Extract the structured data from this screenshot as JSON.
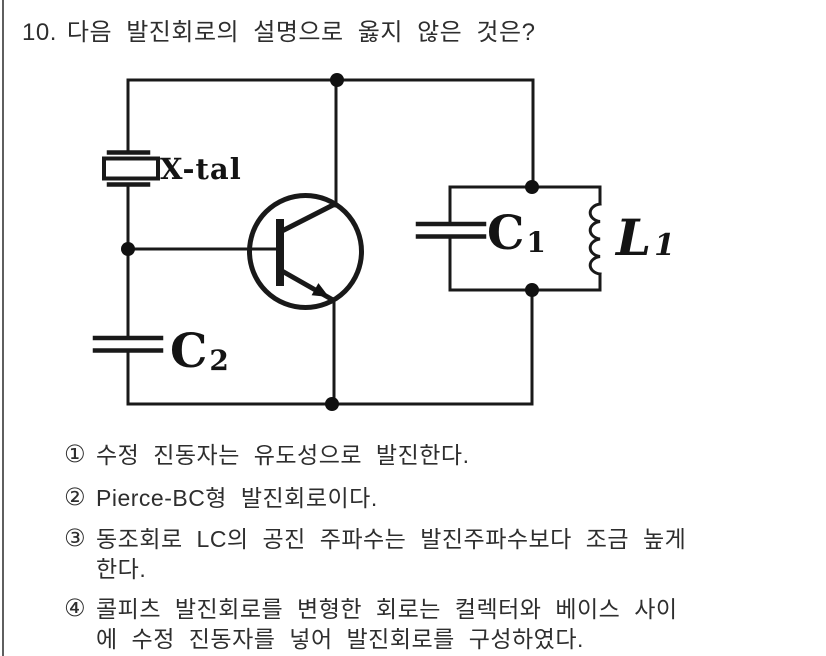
{
  "page": {
    "background": "#ffffff",
    "border_color": "#5f5f5f",
    "ink_color": "#191919",
    "text_color": "#2e2e2e"
  },
  "question": {
    "number": "10.",
    "text": "다음 발진회로의 설명으로 옳지 않은 것은?"
  },
  "circuit": {
    "labels": {
      "crystal": "X-tal",
      "c1": {
        "main": "C",
        "sub": "1"
      },
      "c2": {
        "main": "C",
        "sub": "2"
      },
      "l1": {
        "main": "L",
        "sub": "1"
      }
    }
  },
  "options": [
    {
      "num": "①",
      "lines": [
        "수정 진동자는 유도성으로 발진한다."
      ]
    },
    {
      "num": "②",
      "lines": [
        "Pierce-BC형 발진회로이다."
      ]
    },
    {
      "num": "③",
      "lines": [
        "동조회로 LC의 공진 주파수는 발진주파수보다 조금 높게",
        "한다."
      ]
    },
    {
      "num": "④",
      "lines": [
        "콜피츠 발진회로를 변형한 회로는 컬렉터와 베이스 사이",
        "에 수정 진동자를 넣어 발진회로를 구성하였다."
      ]
    }
  ]
}
